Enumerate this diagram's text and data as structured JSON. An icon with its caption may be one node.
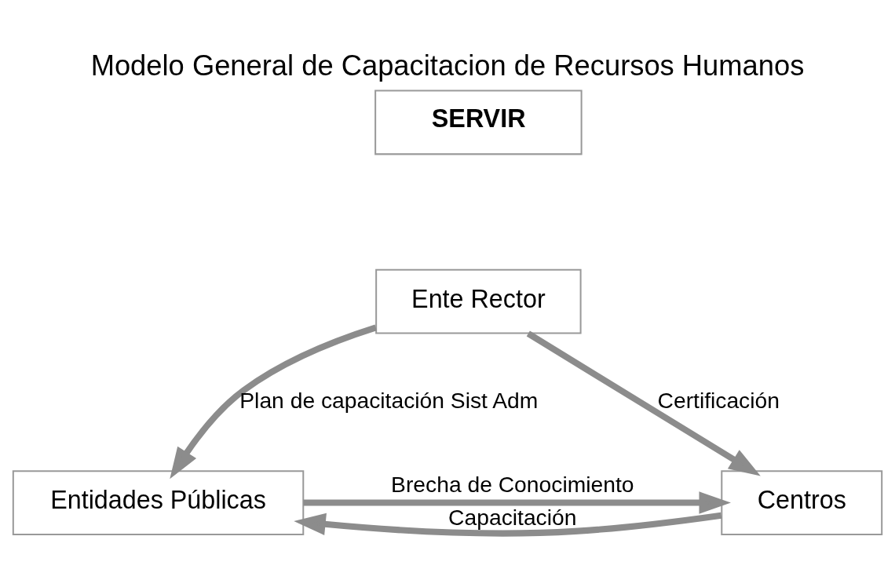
{
  "diagram": {
    "title": "Modelo General de Capacitacion de Recursos Humanos",
    "nodes": [
      {
        "text": [
          "SERVIR"
        ]
      },
      {
        "text": [
          "Ente Rector"
        ]
      },
      {
        "text": [
          "Entidades Públicas"
        ]
      },
      {
        "text": [
          "Centros"
        ]
      }
    ],
    "edges": [
      {
        "from": 1,
        "to": 2,
        "arrow": "to",
        "label": "Plan de capacitación Sist Adm"
      },
      {
        "from": 1,
        "to": 3,
        "arrow": "to",
        "label": "Certificación"
      },
      {
        "from": 3,
        "to": 2,
        "arrow": "to",
        "label": "Capacitación"
      },
      {
        "from": 2,
        "to": 3,
        "arrow": "to",
        "label": "Brecha de Conocimiento"
      }
    ]
  }
}
